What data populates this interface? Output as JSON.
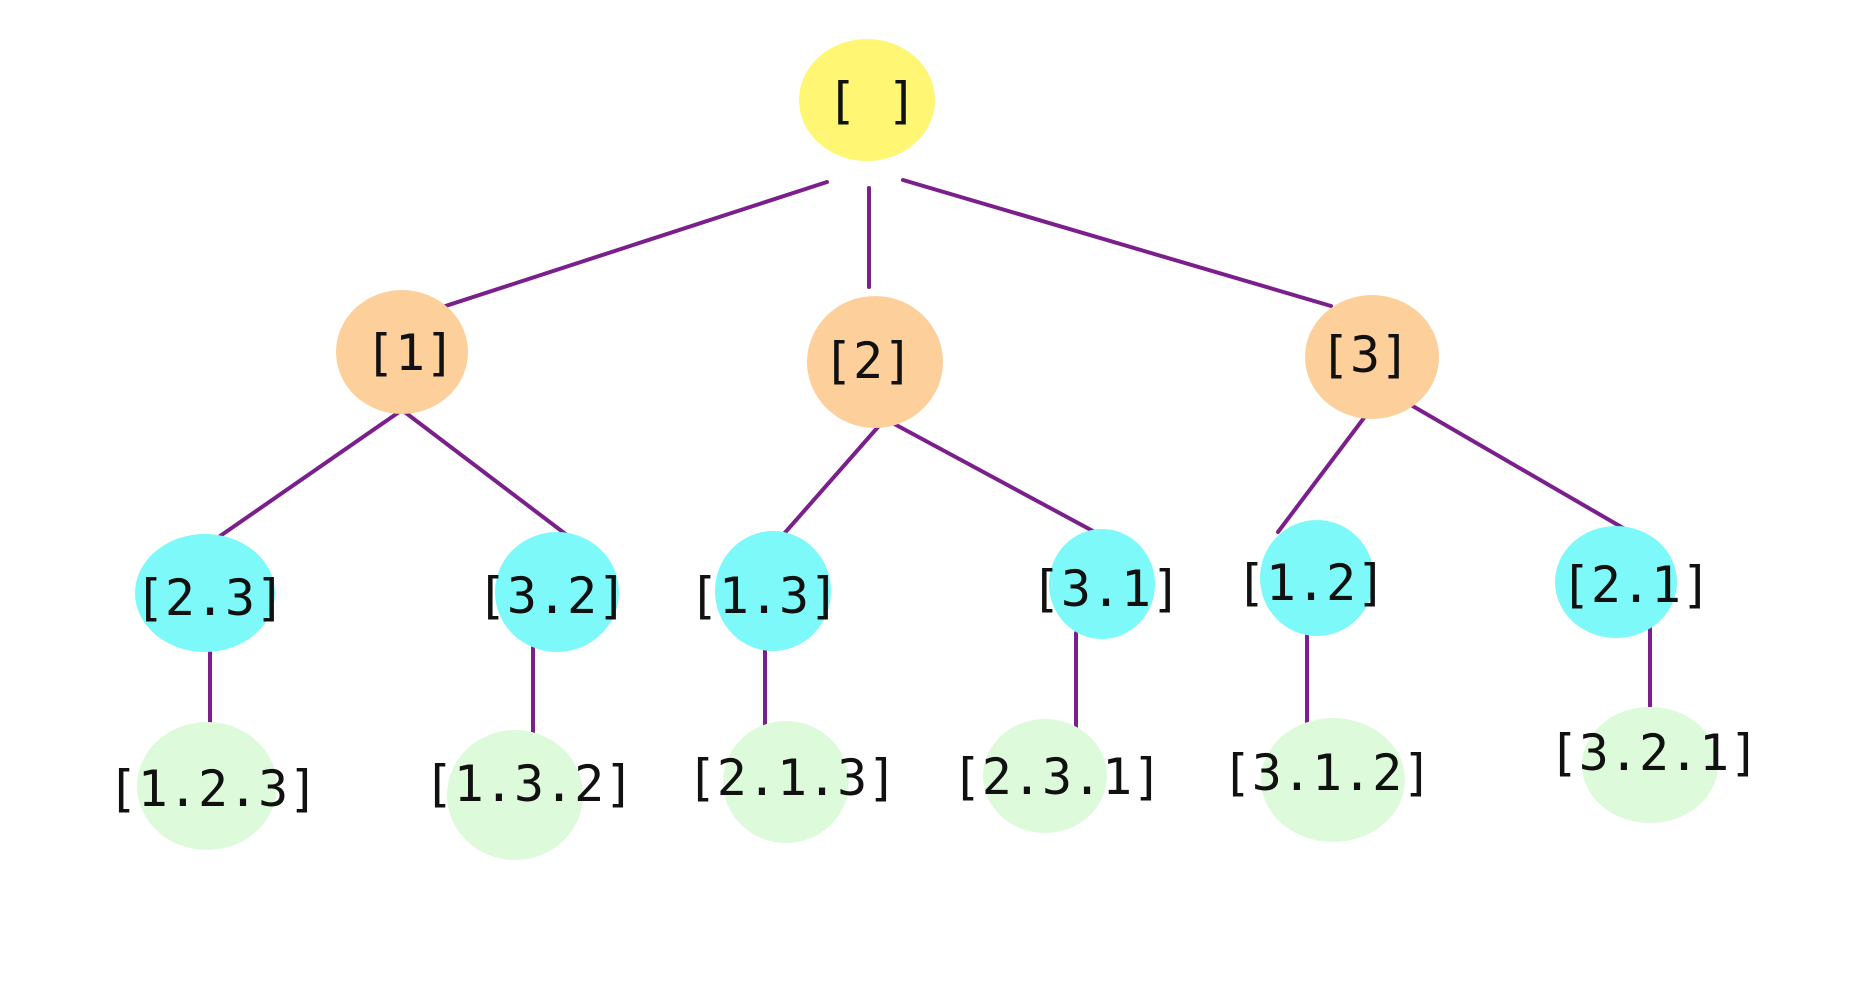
{
  "colors": {
    "root": "#fff773",
    "level1": "#fdd09b",
    "level2": "#7ef9f9",
    "level3": "#ddfadb",
    "edge": "#7a1f8c",
    "text": "#111111"
  },
  "tree": {
    "root": {
      "label": "[ ]"
    },
    "level1": [
      {
        "label": "[1]"
      },
      {
        "label": "[2]"
      },
      {
        "label": "[3]"
      }
    ],
    "level2": [
      {
        "label": "[2.3]"
      },
      {
        "label": "[3.2]"
      },
      {
        "label": "[1.3]"
      },
      {
        "label": "[3.1]"
      },
      {
        "label": "[1.2]"
      },
      {
        "label": "[2.1]"
      }
    ],
    "level3": [
      {
        "label": "[1.2.3]"
      },
      {
        "label": "[1.3.2]"
      },
      {
        "label": "[2.1.3]"
      },
      {
        "label": "[2.3.1]"
      },
      {
        "label": "[3.1.2]"
      },
      {
        "label": "[3.2.1]"
      }
    ]
  }
}
